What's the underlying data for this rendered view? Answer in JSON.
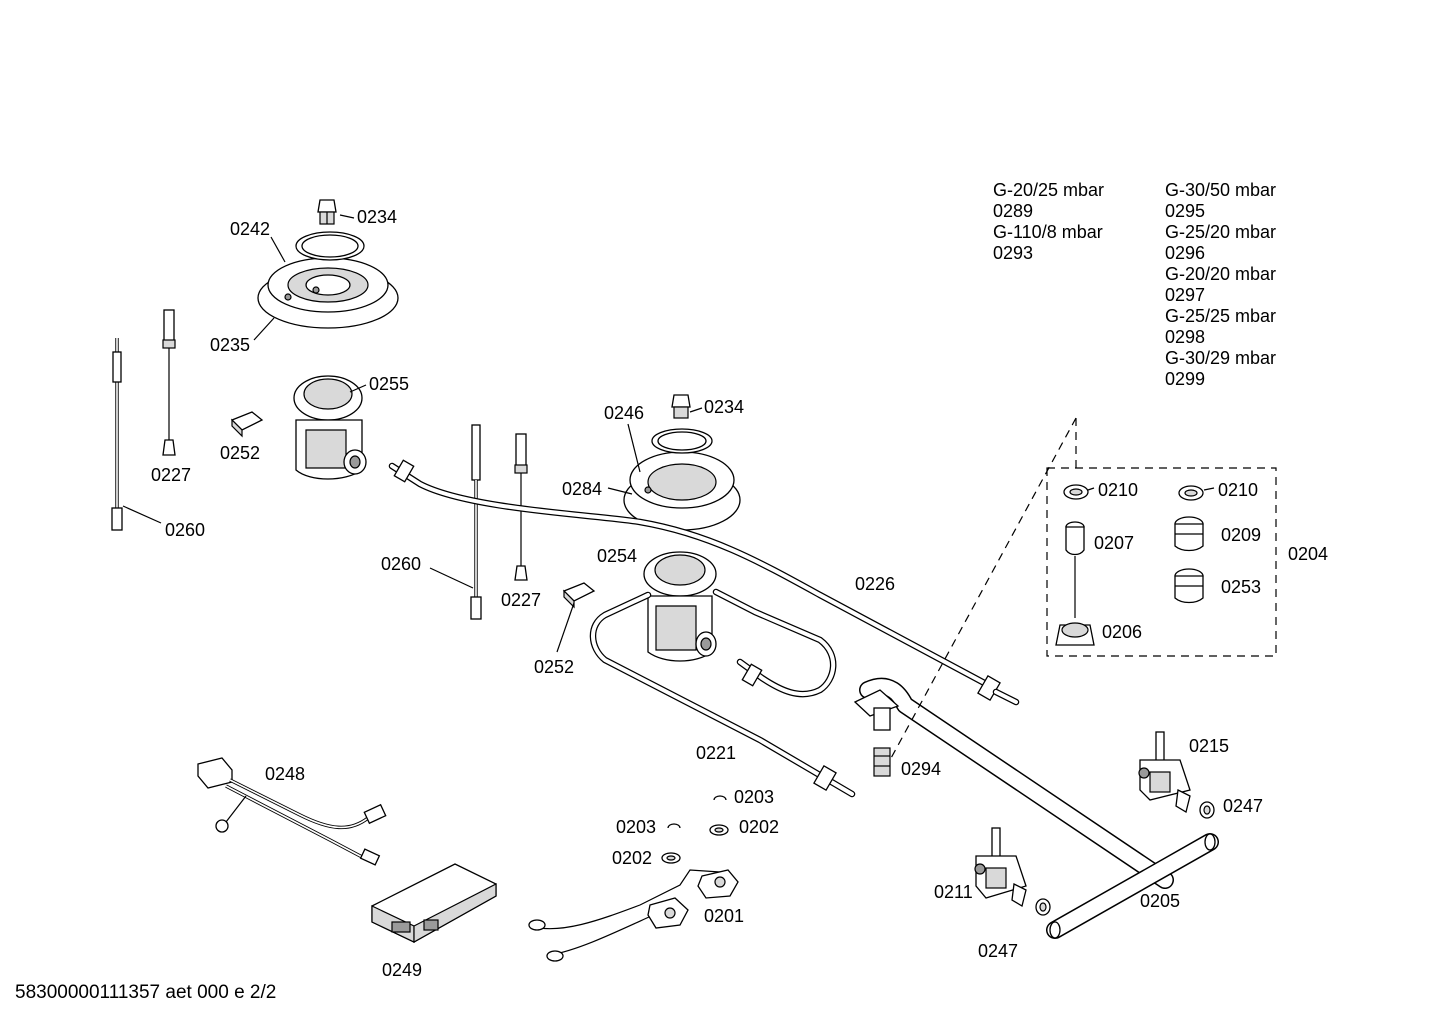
{
  "gas_variants": {
    "col1": [
      "G-20/25 mbar",
      "0289",
      "G-110/8 mbar",
      "0293"
    ],
    "col2": [
      "G-30/50 mbar",
      "0295",
      "G-25/20 mbar",
      "0296",
      "G-20/20 mbar",
      "0297",
      "G-25/25 mbar",
      "0298",
      "G-30/29 mbar",
      "0299"
    ]
  },
  "labels": {
    "p0234_a": "0234",
    "p0242": "0242",
    "p0235": "0235",
    "p0255": "0255",
    "p0227_a": "0227",
    "p0252_a": "0252",
    "p0260_a": "0260",
    "p0246": "0246",
    "p0234_b": "0234",
    "p0284": "0284",
    "p0254": "0254",
    "p0260_b": "0260",
    "p0227_b": "0227",
    "p0252_b": "0252",
    "p0226": "0226",
    "p0221": "0221",
    "p0294": "0294",
    "p0210_a": "0210",
    "p0210_b": "0210",
    "p0207": "0207",
    "p0209": "0209",
    "p0204": "0204",
    "p0253": "0253",
    "p0206": "0206",
    "p0215": "0215",
    "p0247_a": "0247",
    "p0211": "0211",
    "p0247_b": "0247",
    "p0205": "0205",
    "p0248": "0248",
    "p0249": "0249",
    "p0203_a": "0203",
    "p0203_b": "0203",
    "p0202_a": "0202",
    "p0202_b": "0202",
    "p0201": "0201"
  },
  "footer": "58300000111357 aet 000 e 2/2"
}
